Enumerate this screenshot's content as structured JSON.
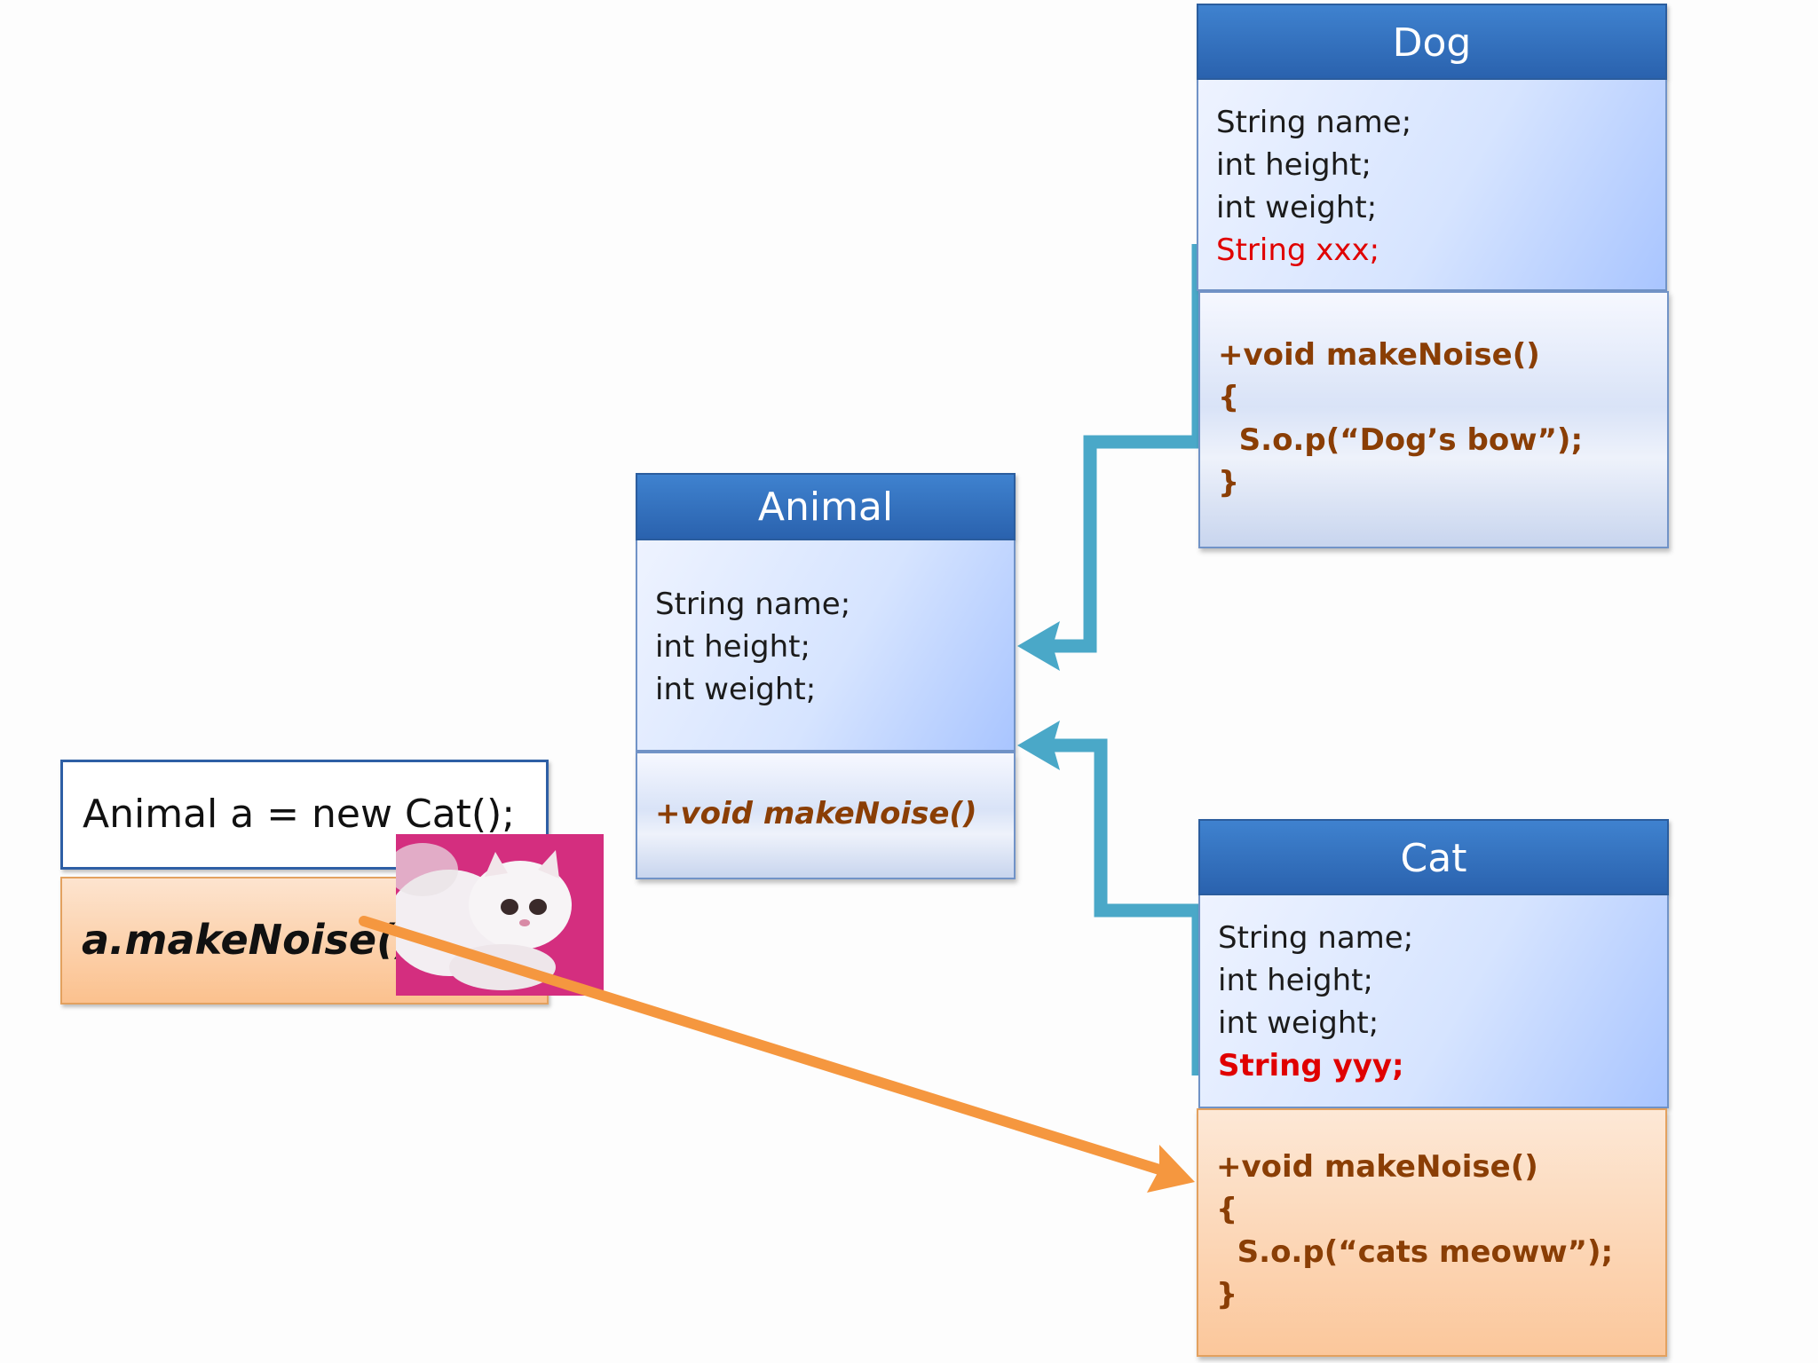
{
  "animal": {
    "title": "Animal",
    "fields": [
      "String name;",
      "int height;",
      "int weight;"
    ],
    "method": "+void makeNoise()"
  },
  "dog": {
    "title": "Dog",
    "fields": [
      "String name;",
      "int height;",
      "int weight;"
    ],
    "extra_field": "String xxx;",
    "method": [
      "+void makeNoise()",
      "{",
      "  S.o.p(“Dog’s bow”);",
      "}"
    ]
  },
  "cat": {
    "title": "Cat",
    "fields": [
      "String name;",
      "int height;",
      "int weight;"
    ],
    "extra_field": "String yyy;",
    "method": [
      "+void makeNoise()",
      "{",
      "  S.o.p(“cats meoww”);",
      "}"
    ]
  },
  "client": {
    "declaration": "Animal a = new Cat();",
    "call": "a.makeNoise()"
  },
  "colors": {
    "header_blue": "#2a62ae",
    "inheritance_arrow": "#4aa8c8",
    "call_arrow": "#f5973f",
    "extra_field_red": "#e00000",
    "method_brown": "#8a3e05"
  }
}
